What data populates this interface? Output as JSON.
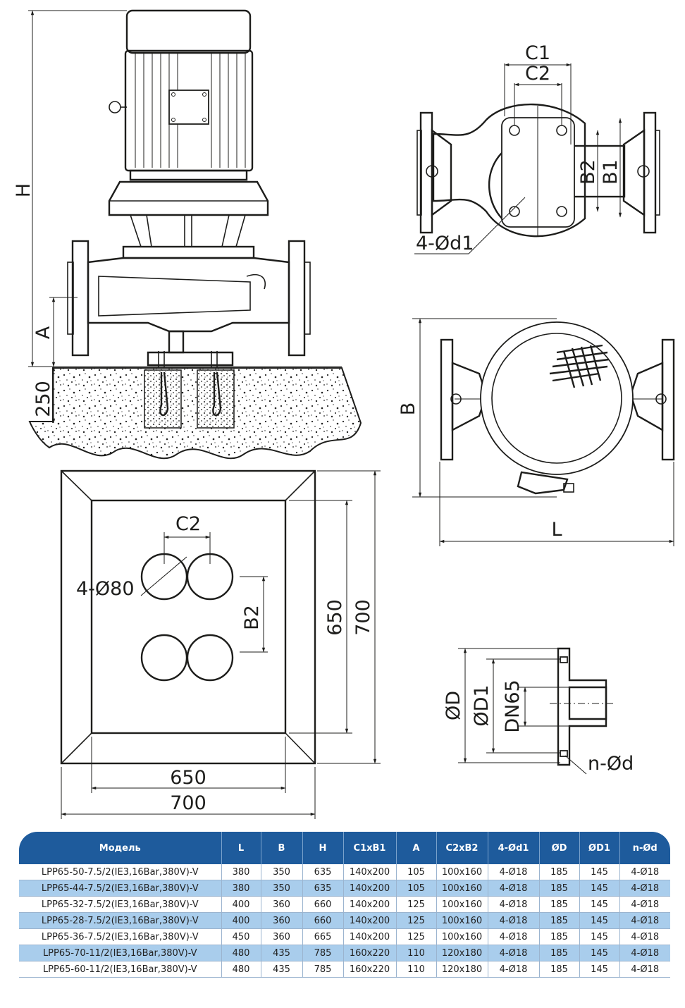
{
  "drawing": {
    "labels": {
      "H": "H",
      "A": "A",
      "h250": "250",
      "C1": "C1",
      "C2": "C2",
      "B1": "B1",
      "B2": "B2",
      "holes_d1": "4-Ød1",
      "B": "B",
      "L": "L",
      "base_C2": "C2",
      "base_holes": "4-Ø80",
      "base_B2": "B2",
      "base_650_v": "650",
      "base_700_v": "700",
      "base_650_h": "650",
      "base_700_h": "700",
      "D": "ØD",
      "D1": "ØD1",
      "DN": "DN65",
      "nd": "n-Ød"
    }
  },
  "table": {
    "headers": [
      "Модель",
      "L",
      "B",
      "H",
      "C1xB1",
      "A",
      "C2xB2",
      "4-Ød1",
      "ØD",
      "ØD1",
      "n-Ød"
    ],
    "rows": [
      [
        "LPP65-50-7.5/2(IE3,16Bar,380V)-V",
        "380",
        "350",
        "635",
        "140x200",
        "105",
        "100x160",
        "4-Ø18",
        "185",
        "145",
        "4-Ø18"
      ],
      [
        "LPP65-44-7.5/2(IE3,16Bar,380V)-V",
        "380",
        "350",
        "635",
        "140x200",
        "105",
        "100x160",
        "4-Ø18",
        "185",
        "145",
        "4-Ø18"
      ],
      [
        "LPP65-32-7.5/2(IE3,16Bar,380V)-V",
        "400",
        "360",
        "660",
        "140x200",
        "125",
        "100x160",
        "4-Ø18",
        "185",
        "145",
        "4-Ø18"
      ],
      [
        "LPP65-28-7.5/2(IE3,16Bar,380V)-V",
        "400",
        "360",
        "660",
        "140x200",
        "125",
        "100x160",
        "4-Ø18",
        "185",
        "145",
        "4-Ø18"
      ],
      [
        "LPP65-36-7.5/2(IE3,16Bar,380V)-V",
        "450",
        "360",
        "665",
        "140x200",
        "125",
        "100x160",
        "4-Ø18",
        "185",
        "145",
        "4-Ø18"
      ],
      [
        "LPP65-70-11/2(IE3,16Bar,380V)-V",
        "480",
        "435",
        "785",
        "160x220",
        "110",
        "120x180",
        "4-Ø18",
        "185",
        "145",
        "4-Ø18"
      ],
      [
        "LPP65-60-11/2(IE3,16Bar,380V)-V",
        "480",
        "435",
        "785",
        "160x220",
        "110",
        "120x180",
        "4-Ø18",
        "185",
        "145",
        "4-Ø18"
      ]
    ],
    "colors": {
      "header": "#1e5b9c",
      "stripe": "#a9cdec"
    }
  }
}
